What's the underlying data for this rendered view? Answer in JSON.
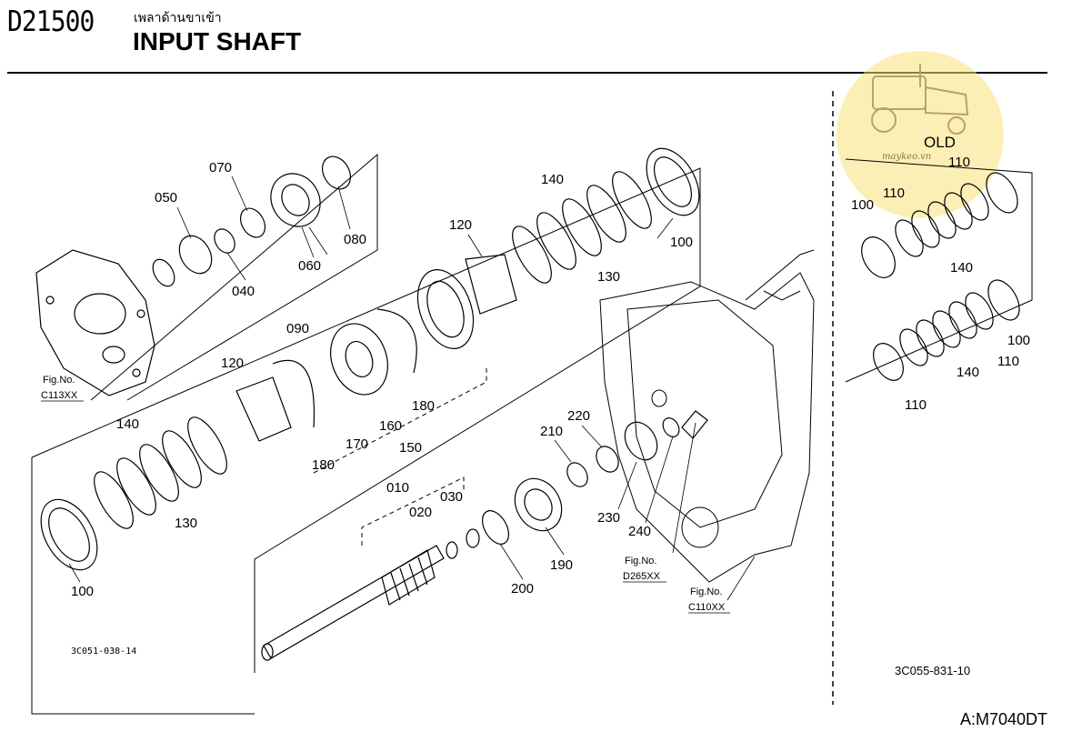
{
  "header": {
    "code": "D21500",
    "title_thai": "เพลาด้านขาเข้า",
    "title": "INPUT SHAFT"
  },
  "labels": {
    "p010": "010",
    "p020": "020",
    "p030": "030",
    "p040": "040",
    "p050": "050",
    "p060": "060",
    "p070": "070",
    "p080": "080",
    "p090": "090",
    "p100a": "100",
    "p100b": "100",
    "p100c": "100",
    "p100d": "100",
    "p110a": "110",
    "p110b": "110",
    "p110c": "110",
    "p110d": "110",
    "p120a": "120",
    "p120b": "120",
    "p130a": "130",
    "p130b": "130",
    "p140a": "140",
    "p140b": "140",
    "p140c": "140",
    "p140d": "140",
    "p150": "150",
    "p160": "160",
    "p170": "170",
    "p180a": "180",
    "p180b": "180",
    "p190": "190",
    "p200": "200",
    "p210": "210",
    "p220": "220",
    "p230": "230",
    "p240": "240"
  },
  "fig_refs": {
    "c113_label": "Fig.No.",
    "c113_value": "C113XX",
    "d265_label": "Fig.No.",
    "d265_value": "D265XX",
    "c110_label": "Fig.No.",
    "c110_value": "C110XX"
  },
  "refs": {
    "left_ref": "3C051-038-14",
    "right_ref": "3C055-831-10",
    "footer": "A:M7040DT"
  },
  "watermark": {
    "old": "OLD",
    "text": "maykeo.vn"
  }
}
